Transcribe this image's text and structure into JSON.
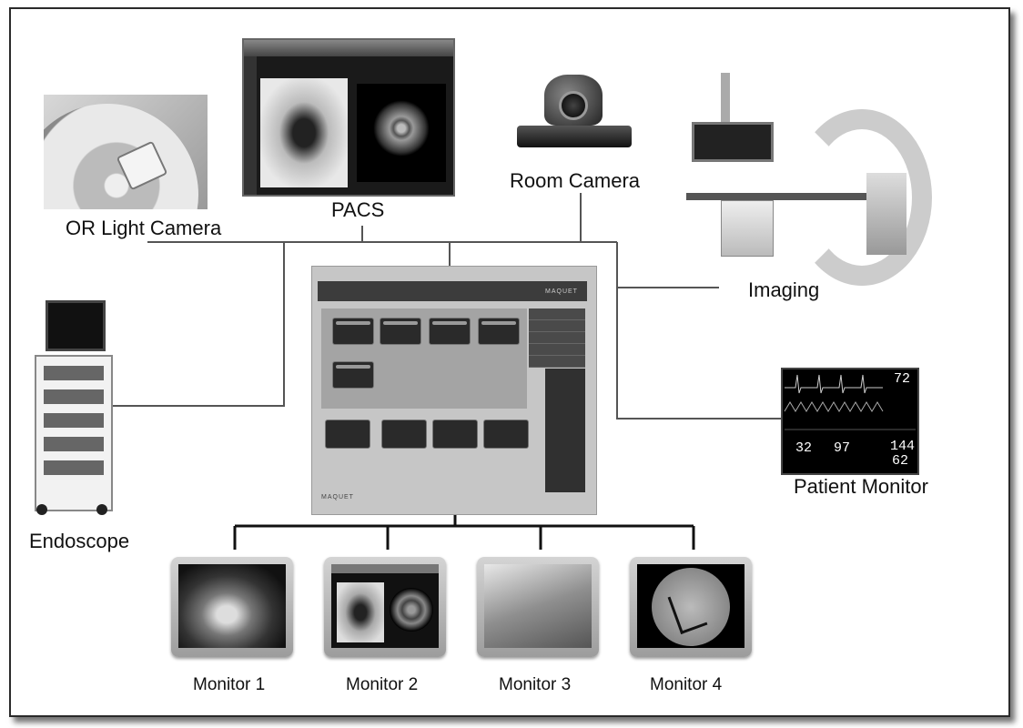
{
  "labels": {
    "or_light_camera": "OR Light Camera",
    "pacs": "PACS",
    "room_camera": "Room Camera",
    "imaging": "Imaging",
    "endoscope": "Endoscope",
    "patient_monitor": "Patient Monitor"
  },
  "monitors": [
    {
      "label": "Monitor 1"
    },
    {
      "label": "Monitor 2"
    },
    {
      "label": "Monitor 3"
    },
    {
      "label": "Monitor 4"
    }
  ],
  "touch_panel": {
    "brand": "MAQUET",
    "brand_top": "MAQUET"
  },
  "patient_monitor_values": {
    "hr": "72",
    "v1": "32",
    "v2": "97",
    "v3": "144",
    "v4": "62"
  }
}
